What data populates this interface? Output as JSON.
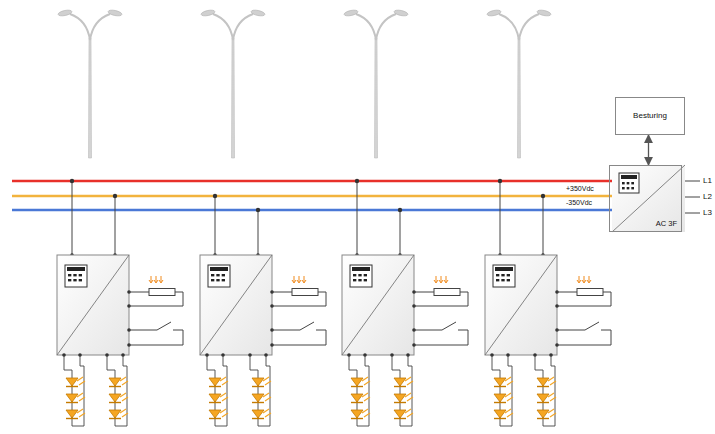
{
  "diagram": {
    "nodes": [
      {
        "text": [
          "Besturing"
        ]
      },
      {
        "text": [
          "AC 3F"
        ]
      }
    ],
    "edges": [
      {
        "from": 0,
        "to": 1,
        "arrow": "both"
      }
    ],
    "labels": [
      "+350Vdc",
      "-350Vdc",
      "L1",
      "L2",
      "L3"
    ]
  }
}
